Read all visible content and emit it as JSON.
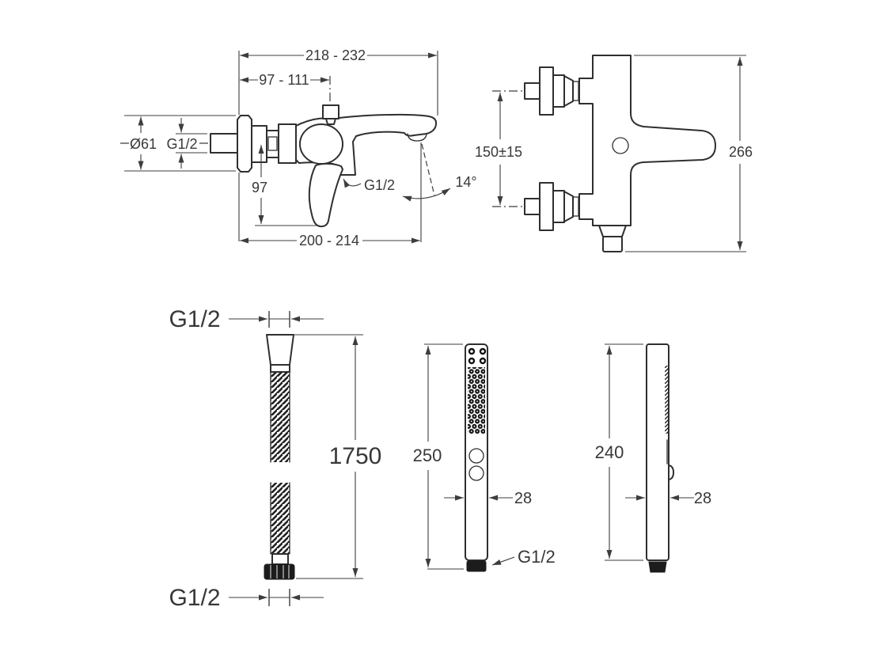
{
  "drawing": {
    "title": "bath-shower-mixer-dimensional-drawing",
    "colors": {
      "line": "#2f2f2f",
      "dimension": "#3d3d3d",
      "text": "#383838",
      "fill": "#ffffff",
      "connector_dark": "#1c1c1c",
      "background": "#ffffff"
    },
    "views": {
      "mixer_side": {
        "dims": {
          "total_depth": "218 - 232",
          "spout_reach_partial": "97 - 111",
          "flange_diameter": "Ø61",
          "inlet_thread": "G1/2",
          "handle_drop": "97",
          "spout_reach": "200 - 214",
          "outlet_thread": "G1/2",
          "stream_angle": "14°"
        }
      },
      "mixer_top": {
        "dims": {
          "inlet_spacing": "150±15",
          "overall_length": "266"
        }
      },
      "hose": {
        "dims": {
          "thread_top": "G1/2",
          "length": "1750",
          "thread_bottom": "G1/2"
        }
      },
      "handshower_front": {
        "dims": {
          "height": "250",
          "width": "28",
          "thread": "G1/2"
        }
      },
      "handshower_side": {
        "dims": {
          "height": "240",
          "width": "28"
        }
      }
    }
  }
}
